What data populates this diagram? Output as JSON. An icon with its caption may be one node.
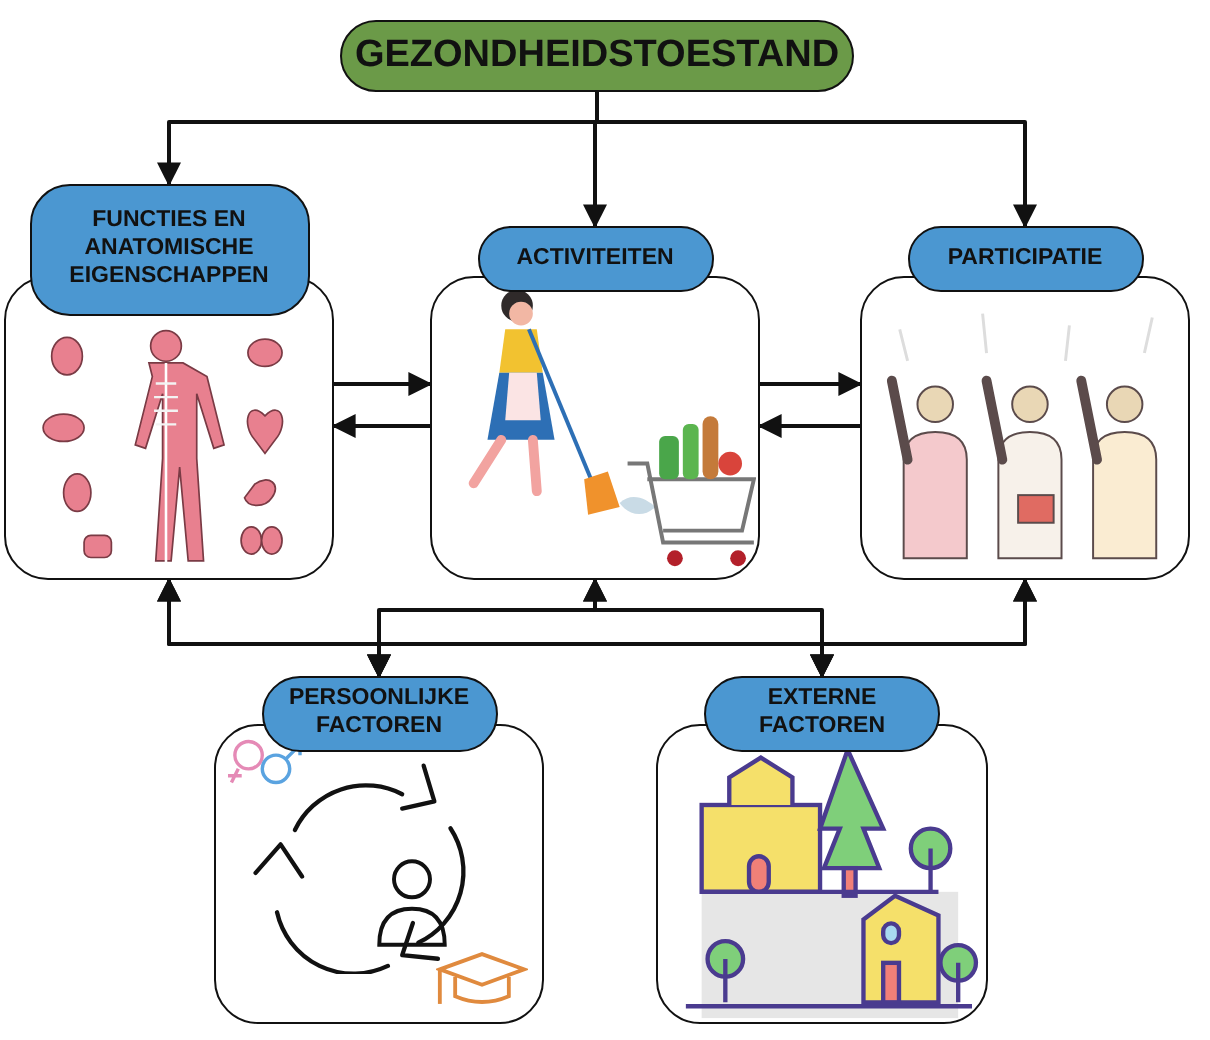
{
  "diagram": {
    "nodes": [
      {
        "text": [
          "GEZONDHEIDSTOESTAND"
        ]
      },
      {
        "text": [
          "FUNCTIES EN ANATOMISCHE EIGENSCHAPPEN"
        ]
      },
      {
        "text": [
          "ACTIVITEITEN"
        ]
      },
      {
        "text": [
          "PARTICIPATIE"
        ]
      },
      {
        "text": [
          "PERSOONLIJKE FACTOREN"
        ]
      },
      {
        "text": [
          "EXTERNE FACTOREN"
        ]
      }
    ],
    "edges": [
      {
        "from": 0,
        "to": 1,
        "arrow": "to"
      },
      {
        "from": 0,
        "to": 2,
        "arrow": "to"
      },
      {
        "from": 0,
        "to": 3,
        "arrow": "to"
      },
      {
        "from": 1,
        "to": 2,
        "arrow": "to"
      },
      {
        "from": 2,
        "to": 1,
        "arrow": "to"
      },
      {
        "from": 2,
        "to": 3,
        "arrow": "to"
      },
      {
        "from": 3,
        "to": 2,
        "arrow": "to"
      },
      {
        "from": 4,
        "to": 1,
        "arrow": "both"
      },
      {
        "from": 4,
        "to": 2,
        "arrow": "both"
      },
      {
        "from": 4,
        "to": 3,
        "arrow": "both"
      },
      {
        "from": 5,
        "to": 1,
        "arrow": "both"
      },
      {
        "from": 5,
        "to": 2,
        "arrow": "both"
      },
      {
        "from": 5,
        "to": 3,
        "arrow": "both"
      }
    ]
  }
}
